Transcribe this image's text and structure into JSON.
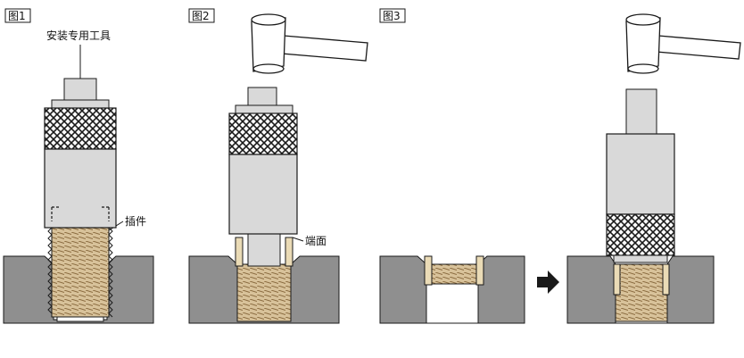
{
  "figures": [
    {
      "label": "图1"
    },
    {
      "label": "图2"
    },
    {
      "label": "图3"
    }
  ],
  "callouts": {
    "tool": "安装专用工具",
    "insert": "插件",
    "end_face": "端面"
  },
  "colors": {
    "outline": "#1a1a1a",
    "body_gray": "#d9d9d9",
    "block_gray": "#8f8f8f",
    "thread_tan": "#d8c29a",
    "thread_line": "#8a6b3f",
    "tang": "#eadbb6",
    "hammer_fill": "#ffffff",
    "arrow": "#1a1a1a"
  },
  "icons": {
    "hammer": "hammer-icon",
    "arrow": "right-arrow-icon"
  }
}
